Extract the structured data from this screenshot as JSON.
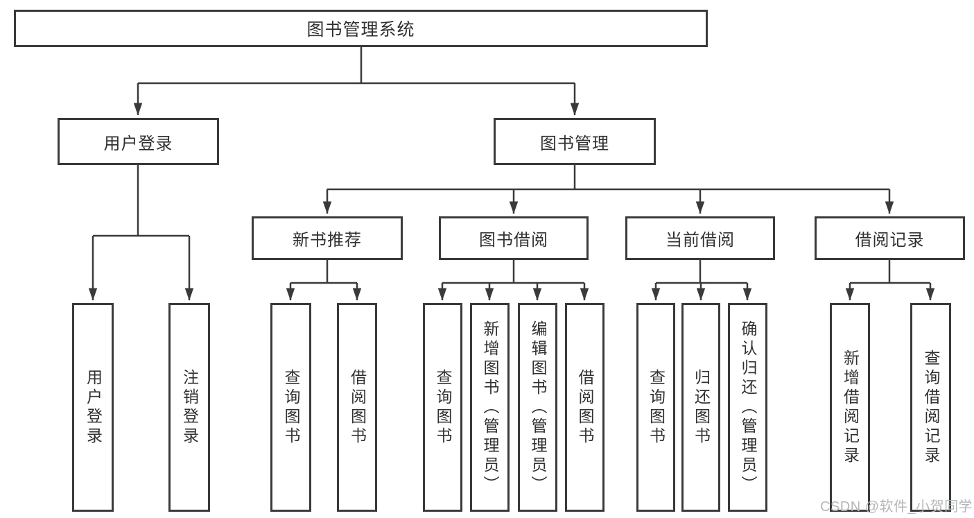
{
  "diagram": {
    "tree": {
      "label": "图书管理系统",
      "children": [
        {
          "label": "用户登录",
          "children": [
            {
              "label": "用户登录"
            },
            {
              "label": "注销登录"
            }
          ]
        },
        {
          "label": "图书管理",
          "children": [
            {
              "label": "新书推荐",
              "children": [
                {
                  "label": "查询图书"
                },
                {
                  "label": "借阅图书"
                }
              ]
            },
            {
              "label": "图书借阅",
              "children": [
                {
                  "label": "查询图书"
                },
                {
                  "label": "新增图书（管理员）"
                },
                {
                  "label": "编辑图书（管理员）"
                },
                {
                  "label": "借阅图书"
                }
              ]
            },
            {
              "label": "当前借阅",
              "children": [
                {
                  "label": "查询图书"
                },
                {
                  "label": "归还图书"
                },
                {
                  "label": "确认归还（管理员）"
                }
              ]
            },
            {
              "label": "借阅记录",
              "children": [
                {
                  "label": "新增借阅记录"
                },
                {
                  "label": "查询借阅记录"
                }
              ]
            }
          ]
        }
      ]
    }
  },
  "watermark": {
    "text": "CSDN @软件_小贺同学",
    "color": "#b4b7ba"
  },
  "colors": {
    "line": "#3a3a3a",
    "box_border": "#3a3a3a",
    "text": "#303030",
    "background": "#ffffff"
  }
}
